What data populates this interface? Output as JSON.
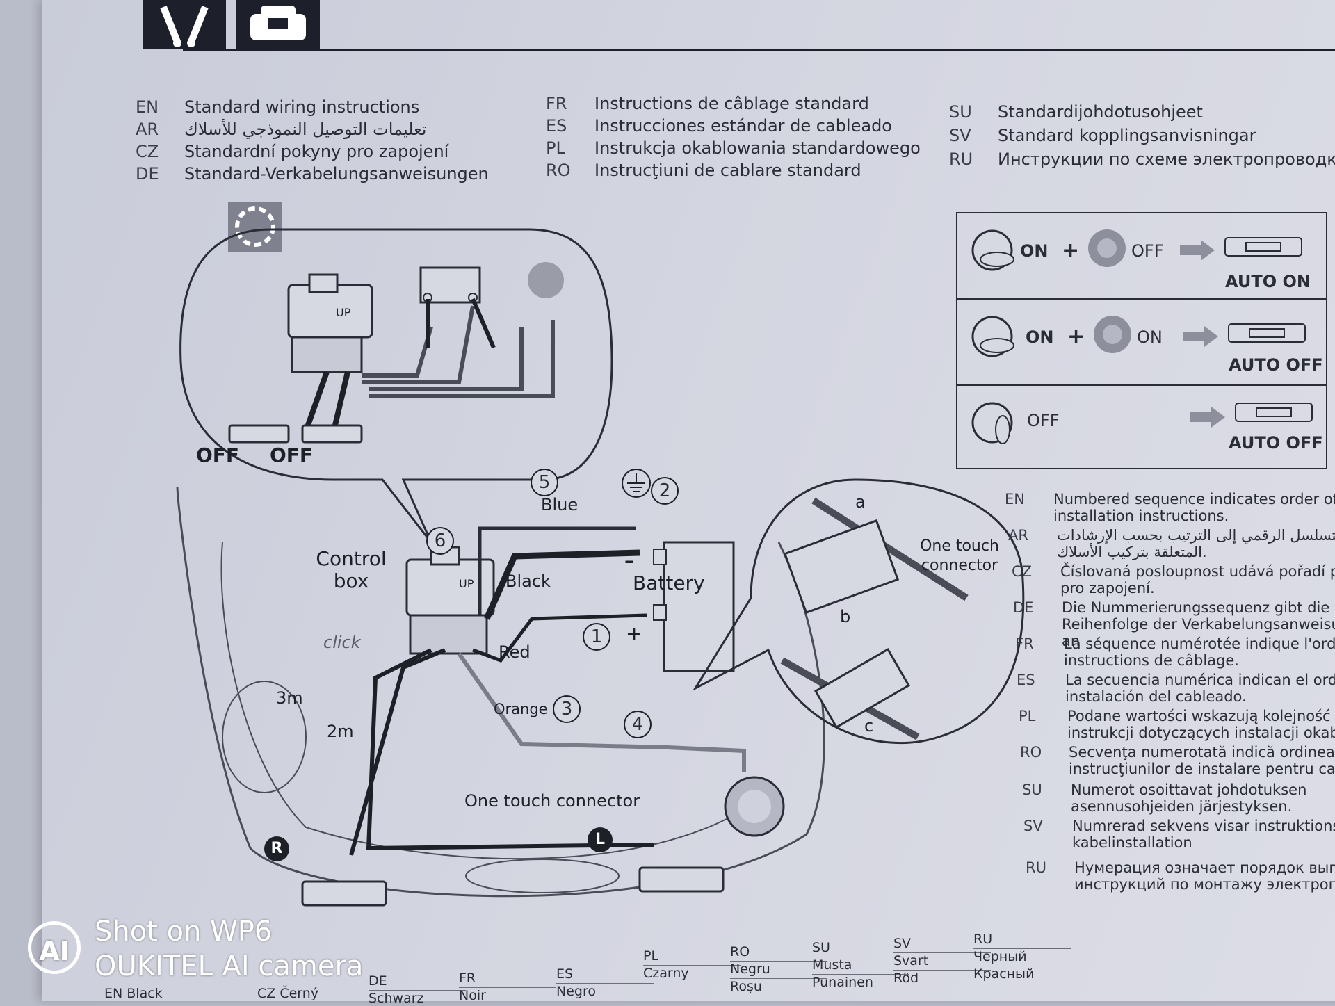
{
  "header": {
    "left": [
      {
        "code": "EN",
        "text": "Standard wiring instructions"
      },
      {
        "code": "AR",
        "text": "تعليمات التوصيل النموذجي للأسلاك"
      },
      {
        "code": "CZ",
        "text": "Standardní pokyny pro zapojení"
      },
      {
        "code": "DE",
        "text": "Standard-Verkabelungsanweisungen"
      }
    ],
    "middle": [
      {
        "code": "FR",
        "text": "Instructions de câblage standard"
      },
      {
        "code": "ES",
        "text": "Instrucciones estándar de cableado"
      },
      {
        "code": "PL",
        "text": "Instrukcja okablowania standardowego"
      },
      {
        "code": "RO",
        "text": "Instrucţiuni de cablare standard"
      }
    ],
    "right": [
      {
        "code": "SU",
        "text": "Standardijohdotusohjeet"
      },
      {
        "code": "SV",
        "text": "Standard kopplingsanvisningar"
      },
      {
        "code": "RU",
        "text": "Инструкции по схеме электропроводки"
      }
    ]
  },
  "modes": [
    {
      "key_state": "ON",
      "plus": "+",
      "light_state": "OFF",
      "result": "AUTO ON"
    },
    {
      "key_state": "ON",
      "plus": "+",
      "light_state": "ON",
      "result": "AUTO OFF"
    },
    {
      "key_state": "OFF",
      "plus": "",
      "light_state": "",
      "result": "AUTO OFF"
    }
  ],
  "diagram": {
    "inset_off_left": "OFF",
    "inset_off_right": "OFF",
    "up_label": "UP",
    "control_box": "Control box",
    "blue": "Blue",
    "black": "Black",
    "battery": "Battery",
    "red": "Red",
    "orange": "Orange",
    "click": "click",
    "len_3m": "3m",
    "len_2m": "2m",
    "one_touch_connector": "One touch connector",
    "one_touch_connector_inset": "One touch connector",
    "letter_a": "a",
    "letter_b": "b",
    "letter_c": "c",
    "minus": "–",
    "plus": "+",
    "steps": [
      "1",
      "2",
      "3",
      "4",
      "5",
      "6"
    ],
    "badge_r": "R",
    "badge_l": "L"
  },
  "legend": [
    {
      "code": "EN",
      "text": "Numbered sequence indicates order of wiring installation instructions."
    },
    {
      "code": "AR",
      "text": "يشير التسلسل الرقمي إلى الترتيب بحسب الإرشادات المتعلقة بتركيب الأسلاك."
    },
    {
      "code": "CZ",
      "text": "Číslovaná posloupnost udává pořadí pokynů pro zapojení."
    },
    {
      "code": "DE",
      "text": "Die Nummerierungssequenz gibt die Reihenfolge der Verkabelungsanweisungen an"
    },
    {
      "code": "FR",
      "text": "La séquence numérotée indique l'ordre des instructions de câblage."
    },
    {
      "code": "ES",
      "text": "La secuencia numérica indican el orden de instalación del cableado."
    },
    {
      "code": "PL",
      "text": "Podane wartości wskazują kolejność ykony instrukcji dotyczących instalacji okablowani"
    },
    {
      "code": "RO",
      "text": "Secvenţa numerotată indică ordinea instrucţiunilor de instalare pentru cablaj."
    },
    {
      "code": "SU",
      "text": "Numerot osoittavat johdotuksen asennusohjeiden järjestyksen."
    },
    {
      "code": "SV",
      "text": "Numrerad sekvens visar instruktionsordr för kabelinstallation"
    },
    {
      "code": "RU",
      "text": "Нумерация означает порядок выполн инструкций по монтажу электропров"
    }
  ],
  "colors_table": [
    {
      "code": "EN",
      "top": "",
      "bottom": "Black"
    },
    {
      "code": "",
      "top": "",
      "bottom": ""
    },
    {
      "code": "CZ",
      "top": "",
      "bottom": "Černý"
    },
    {
      "code": "DE",
      "top": "",
      "bottom": "Schwarz"
    },
    {
      "code": "FR",
      "top": "",
      "bottom": "Noir"
    },
    {
      "code": "ES",
      "top": "",
      "bottom": "Negro"
    },
    {
      "code": "PL",
      "top": "Czarny",
      "bottom": ""
    },
    {
      "code": "RO",
      "top": "Negru",
      "bottom": "Roșu"
    },
    {
      "code": "SU",
      "top": "Musta",
      "bottom": "Punainen"
    },
    {
      "code": "SV",
      "top": "Svart",
      "bottom": "Röd"
    },
    {
      "code": "RU",
      "top": "Черный",
      "bottom": "Красный"
    }
  ],
  "watermark": {
    "logo": "AI",
    "line1": "Shot on WP6",
    "line2": "OUKITEL AI camera"
  }
}
